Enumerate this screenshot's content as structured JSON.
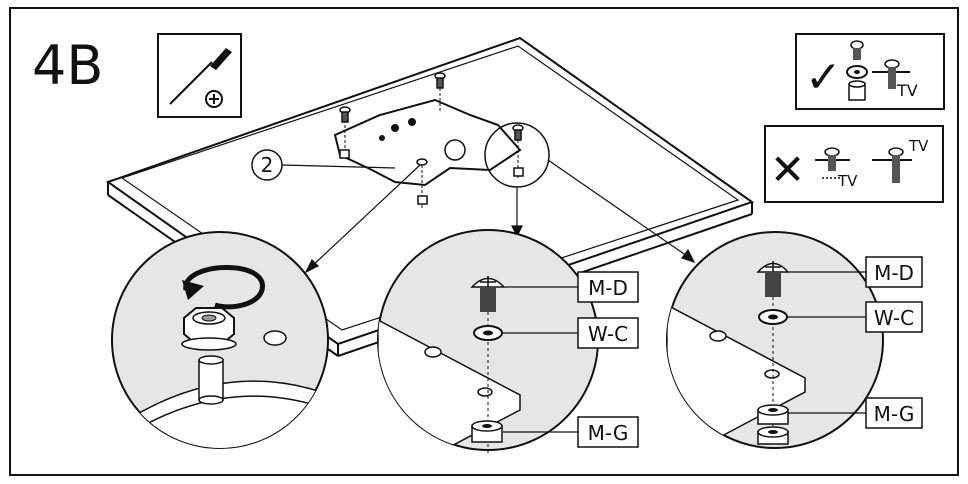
{
  "step": "4B",
  "callout": "2",
  "tool_icon": "phillips-screwdriver-icon",
  "parts": {
    "screw": "M-D",
    "washer": "W-C",
    "spacer": "M-G"
  },
  "correct_panel": {
    "symbol": "✓",
    "label": "TV"
  },
  "incorrect_panel": {
    "symbol": "✕",
    "label_a": "TV",
    "label_b": "TV"
  }
}
